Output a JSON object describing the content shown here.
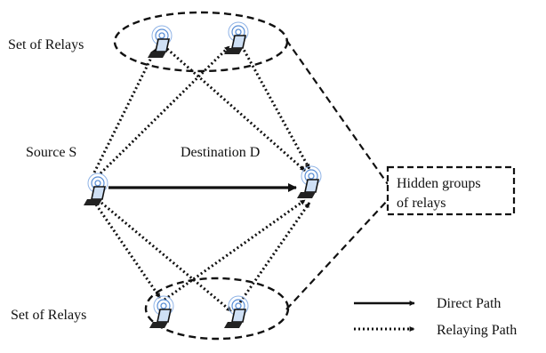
{
  "labels": {
    "relays_top": "Set of Relays",
    "relays_bottom": "Set of Relays",
    "source": "Source S",
    "destination": "Destination D",
    "hidden_line1": "Hidden groups",
    "hidden_line2": "of relays"
  },
  "legend": {
    "direct": "Direct Path",
    "relaying": "Relaying Path"
  },
  "colors": {
    "ink": "#111111",
    "antenna": "#5b8fd6",
    "screen": "#cfe0f5"
  },
  "icons": {
    "node": "wireless-laptop-icon"
  }
}
